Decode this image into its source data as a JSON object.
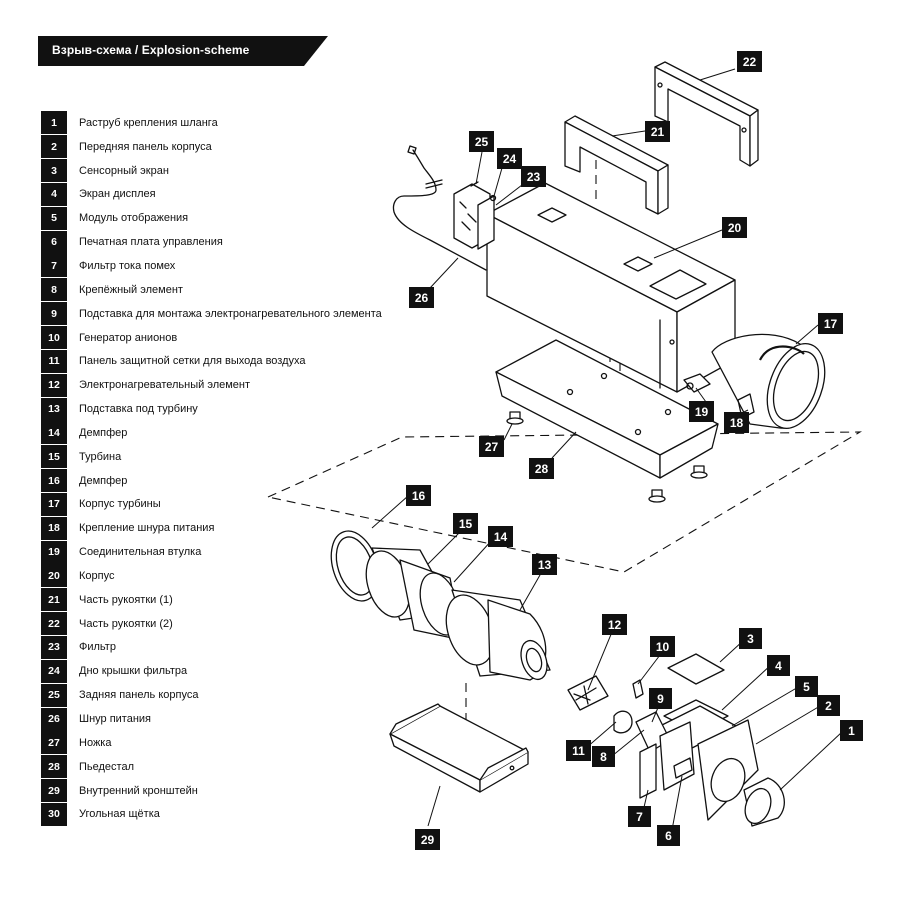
{
  "header": {
    "title": "Взрыв-схема / Explosion-scheme"
  },
  "parts": [
    {
      "num": "1",
      "label": "Раструб крепления шланга"
    },
    {
      "num": "2",
      "label": "Передняя панель корпуса"
    },
    {
      "num": "3",
      "label": "Сенсорный экран"
    },
    {
      "num": "4",
      "label": "Экран дисплея"
    },
    {
      "num": "5",
      "label": "Модуль отображения"
    },
    {
      "num": "6",
      "label": "Печатная плата управления"
    },
    {
      "num": "7",
      "label": "Фильтр тока помех"
    },
    {
      "num": "8",
      "label": "Крепёжный элемент"
    },
    {
      "num": "9",
      "label": "Подставка для монтажа электронагревательного элемента"
    },
    {
      "num": "10",
      "label": "Генератор анионов"
    },
    {
      "num": "11",
      "label": "Панель защитной сетки для выхода воздуха"
    },
    {
      "num": "12",
      "label": "Электронагревательный элемент"
    },
    {
      "num": "13",
      "label": "Подставка под турбину"
    },
    {
      "num": "14",
      "label": "Демпфер"
    },
    {
      "num": "15",
      "label": "Турбина"
    },
    {
      "num": "16",
      "label": "Демпфер"
    },
    {
      "num": "17",
      "label": "Корпус турбины"
    },
    {
      "num": "18",
      "label": "Крепление шнура питания"
    },
    {
      "num": "19",
      "label": "Соединительная втулка"
    },
    {
      "num": "20",
      "label": "Корпус"
    },
    {
      "num": "21",
      "label": "Часть рукоятки (1)"
    },
    {
      "num": "22",
      "label": "Часть рукоятки (2)"
    },
    {
      "num": "23",
      "label": "Фильтр"
    },
    {
      "num": "24",
      "label": "Дно крышки фильтра"
    },
    {
      "num": "25",
      "label": "Задняя панель корпуса"
    },
    {
      "num": "26",
      "label": "Шнур питания"
    },
    {
      "num": "27",
      "label": "Ножка"
    },
    {
      "num": "28",
      "label": "Пьедестал"
    },
    {
      "num": "29",
      "label": "Внутренний кронштейн"
    },
    {
      "num": "30",
      "label": "Угольная щётка"
    }
  ],
  "callouts": [
    "22",
    "21",
    "25",
    "24",
    "23",
    "20",
    "26",
    "17",
    "19",
    "18",
    "27",
    "28",
    "16",
    "15",
    "14",
    "13",
    "12",
    "10",
    "3",
    "4",
    "9",
    "5",
    "2",
    "11",
    "8",
    "1",
    "7",
    "6",
    "29"
  ]
}
